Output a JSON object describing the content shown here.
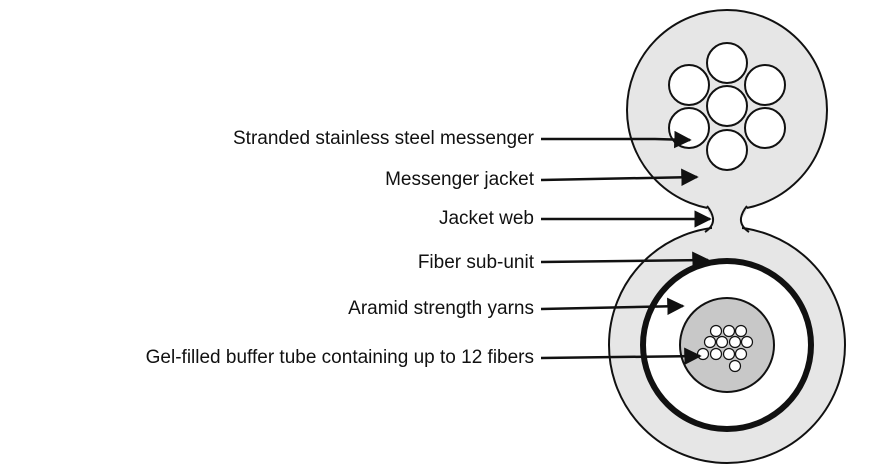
{
  "labels": [
    "Stranded stainless steel messenger",
    "Messenger jacket",
    "Jacket web",
    "Fiber sub-unit",
    "Aramid strength yarns",
    "Gel-filled buffer tube containing up to 12 fibers"
  ],
  "colors": {
    "jacket_fill": "#e6e6e6",
    "buffer_tube_fill": "#c8c8c8",
    "outline": "#111111",
    "background": "#ffffff"
  },
  "fiber_count": 12,
  "messenger_strand_count": 7
}
